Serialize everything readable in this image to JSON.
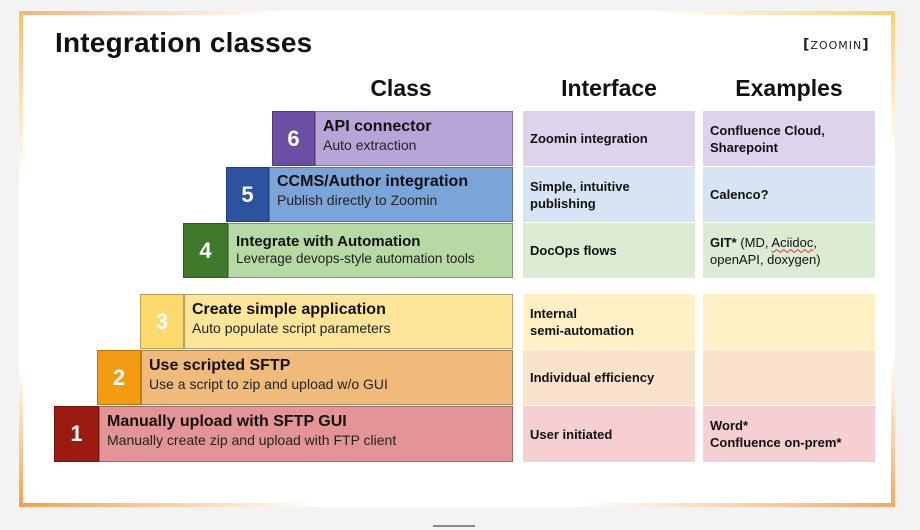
{
  "slide": {
    "title": "Integration classes",
    "logo_text": "ZOOMIN"
  },
  "headers": {
    "class": "Class",
    "interface": "Interface",
    "examples": "Examples"
  },
  "rows": [
    {
      "number": "6",
      "title": "API connector",
      "subtitle": "Auto extraction",
      "interface": "Zoomin integration",
      "example_line1": "Confluence Cloud,",
      "example_line2": "Sharepoint",
      "num_color": "#6c4fa2",
      "box_color": "#b6a5d6",
      "cell_color": "#ddd3ec"
    },
    {
      "number": "5",
      "title": "CCMS/Author  integration",
      "subtitle": "Publish directly to Zoomin",
      "interface_line1": "Simple, intuitive",
      "interface_line2": "publishing",
      "example": "Calenco?",
      "num_color": "#2c53a0",
      "box_color": "#7ba4d9",
      "cell_color": "#d6e4f3"
    },
    {
      "number": "4",
      "title": "Integrate with Automation",
      "subtitle": "Leverage devops-style automation tools",
      "interface": "DocOps flows",
      "example_bold": "GIT*",
      "example_rest_a": " (MD, ",
      "example_squiggle": "Aciidoc",
      "example_rest_b": ",",
      "example_line2": "openAPI, doxygen)",
      "num_color": "#3e7a2a",
      "box_color": "#b7d9a3",
      "cell_color": "#dcebd3"
    },
    {
      "number": "3",
      "title": "Create simple application",
      "subtitle": "Auto populate script parameters",
      "interface_line1": "Internal",
      "interface_line2": "semi-automation",
      "example": "",
      "num_color": "#fbd96b",
      "box_color": "#fde59a",
      "cell_color": "#fff0c6"
    },
    {
      "number": "2",
      "title": "Use scripted SFTP",
      "subtitle": "Use a script to zip and upload w/o GUI",
      "interface": "Individual efficiency",
      "example": "",
      "num_color": "#f39c12",
      "box_color": "#f0bb7a",
      "cell_color": "#fae3cb"
    },
    {
      "number": "1",
      "title": "Manually upload with SFTP GUI",
      "subtitle": "Manually create zip and upload with FTP client",
      "interface": "User initiated",
      "example_line1": "Word*",
      "example_line2": "Confluence on-prem*",
      "num_color": "#9b1b10",
      "box_color": "#e39595",
      "cell_color": "#f5cfd1"
    }
  ]
}
